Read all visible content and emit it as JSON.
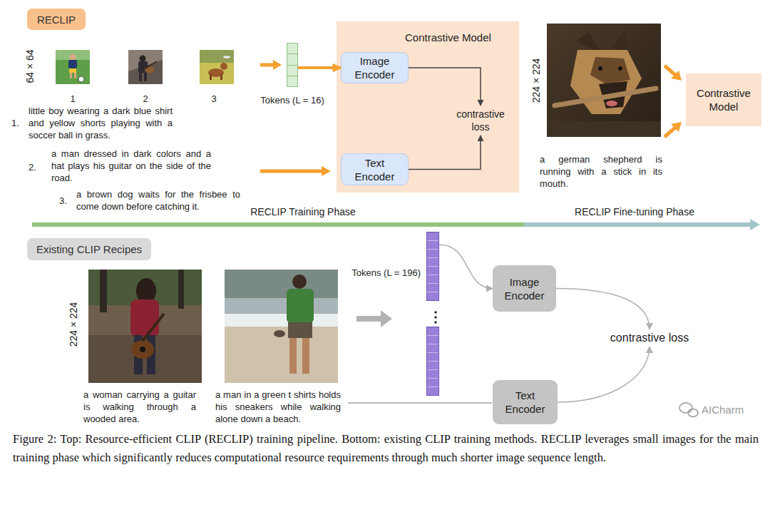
{
  "diagram": {
    "caption": "Figure 2: Top: Resource-efficient CLIP (RECLIP) training pipeline. Bottom: existing CLIP training methods. RECLIP leverages small images for the main training phase which significantly reduces computational resource requirements through much shorter image sequence length.",
    "nodes": [
      {
        "text": [
          "RECLIP"
        ]
      },
      {
        "text": [
          "Tokens (L = 16)"
        ]
      },
      {
        "text": [
          "Contrastive Model"
        ]
      },
      {
        "text": [
          "Image Encoder"
        ],
        "in": 2
      },
      {
        "text": [
          "Text Encoder"
        ],
        "in": 2
      },
      {
        "text": [
          "contrastive loss"
        ],
        "in": 2
      },
      {
        "text": [
          "Contrastive Model"
        ]
      },
      {
        "text": [
          "Existing CLIP Recipes"
        ]
      },
      {
        "text": [
          "Tokens (L = 196)"
        ]
      },
      {
        "text": [
          "Image Encoder"
        ]
      },
      {
        "text": [
          "Text Encoder"
        ]
      },
      {
        "text": [
          "contrastive loss"
        ]
      }
    ],
    "edges": [
      {
        "from": 1,
        "to": 3,
        "arrow": "to"
      },
      {
        "from": 3,
        "to": 5,
        "arrow": "to"
      },
      {
        "from": 4,
        "to": 5,
        "arrow": "to"
      },
      {
        "from": 8,
        "to": 9,
        "arrow": "to"
      },
      {
        "from": 9,
        "to": 11,
        "arrow": "to"
      },
      {
        "from": 10,
        "to": 11,
        "arrow": "to"
      }
    ],
    "labels": [
      "64 × 64",
      "1",
      "2",
      "3",
      "1.",
      "little boy wearing a dark blue shirt and yellow shorts playing with a soccer ball in grass.",
      "2.",
      "a man dressed in dark colors and a hat plays his guitar on the side of the road.",
      "3.",
      "a brown dog waits for the frisbee to come down before catching it.",
      "224 × 224",
      "a german shepherd is running with a stick in its mouth.",
      "RECLIP Training Phase",
      "RECLIP Fine-tuning Phase",
      "224 × 224",
      "a woman carrying a guitar is walking through a wooded area.",
      "a man in a green t shirts holds his sneakers while walking alone down a beach.",
      "AICharm"
    ]
  }
}
